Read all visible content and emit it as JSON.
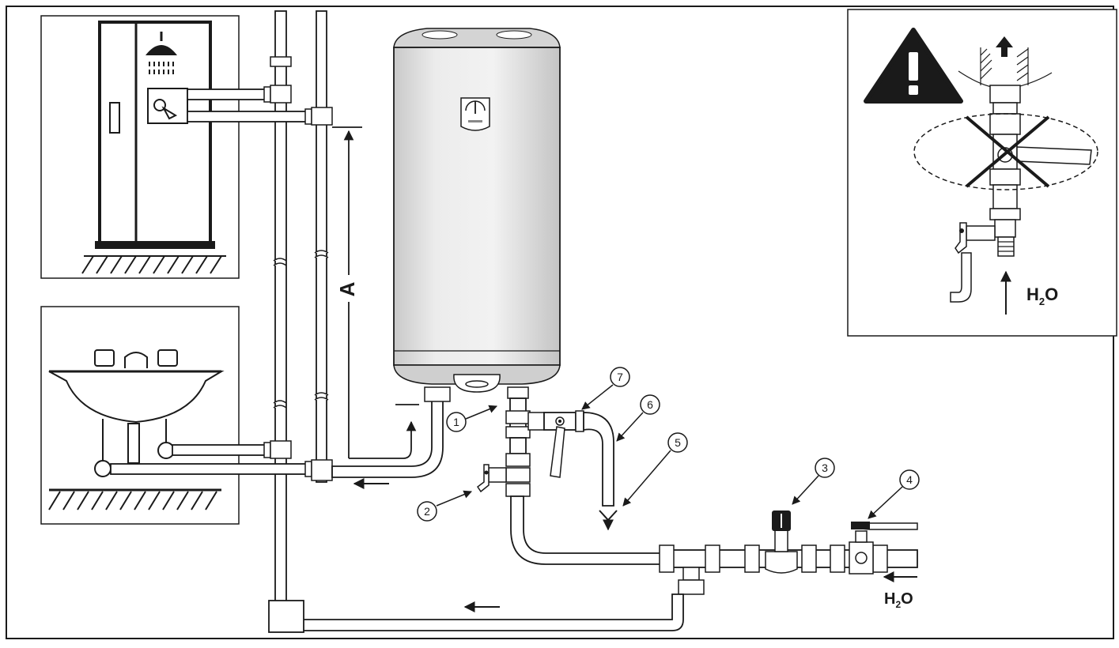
{
  "labels": {
    "dimension": "A",
    "water_formula_main": "H",
    "water_formula_main_sub": "2",
    "water_formula_main_end": "O",
    "water_formula_inset": "H",
    "water_formula_inset_sub": "2",
    "water_formula_inset_end": "O",
    "warning_mark": "!"
  },
  "callouts": [
    "1",
    "2",
    "3",
    "4",
    "5",
    "6",
    "7"
  ],
  "colors": {
    "line": "#1a1a1a",
    "pipe_fill": "#ffffff",
    "tank_fill": "#e6e6e6",
    "tank_shade": "#cfcfcf",
    "warning_fill": "#1a1a1a"
  },
  "icons": {
    "shower": "shower-head-icon",
    "warning": "warning-triangle-icon",
    "gauge": "thermometer-gauge-icon"
  }
}
